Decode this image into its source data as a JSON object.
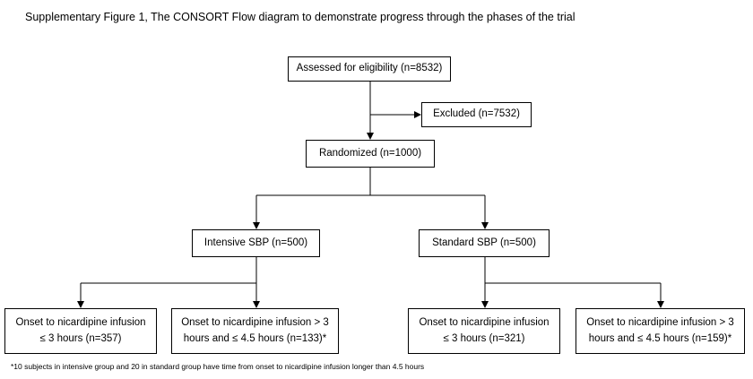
{
  "caption": "Supplementary Figure 1, The CONSORT Flow diagram to demonstrate progress through the phases of the trial",
  "boxes": {
    "assessed": "Assessed for eligibility (n=8532)",
    "excluded": "Excluded (n=7532)",
    "randomized": "Randomized (n=1000)",
    "intensive": "Intensive SBP (n=500)",
    "standard": "Standard SBP (n=500)",
    "intensive_early": [
      "Onset to nicardipine infusion",
      "≤ 3 hours (n=357)"
    ],
    "intensive_late": [
      "Onset to nicardipine infusion > 3",
      "hours and ≤ 4.5 hours (n=133)*"
    ],
    "standard_early": [
      "Onset to nicardipine infusion",
      "≤ 3 hours (n=321)"
    ],
    "standard_late": [
      "Onset to nicardipine infusion > 3",
      "hours and ≤ 4.5 hours (n=159)*"
    ]
  },
  "footnote": "*10 subjects in intensive group and 20 in standard group have time from onset to nicardipine infusion longer than 4.5 hours"
}
